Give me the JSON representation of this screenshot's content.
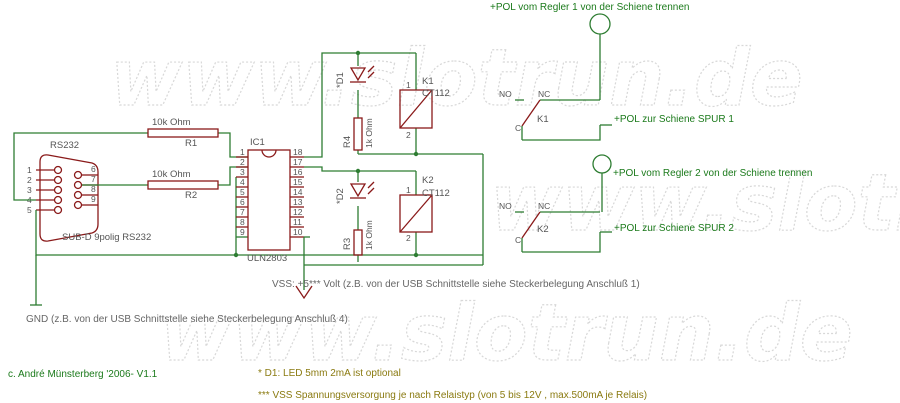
{
  "watermark": "www.slotrun.de",
  "connector": {
    "name": "RS232",
    "label": "SUB-D 9polig RS232",
    "pins_left": [
      "1",
      "2",
      "3",
      "4",
      "5"
    ],
    "pins_right": [
      "6",
      "7",
      "8",
      "9"
    ]
  },
  "resistors": {
    "r1_value": "10k Ohm",
    "r1_name": "R1",
    "r2_value": "10k Ohm",
    "r2_name": "R2",
    "r3_name": "R3",
    "r3_value": "1k Ohm",
    "r4_name": "R4",
    "r4_value": "1k Ohm"
  },
  "ic": {
    "name": "IC1",
    "part": "ULN2803",
    "pins_left": [
      "1",
      "2",
      "3",
      "4",
      "5",
      "6",
      "7",
      "8",
      "9"
    ],
    "pins_right": [
      "18",
      "17",
      "16",
      "15",
      "14",
      "13",
      "12",
      "11",
      "10"
    ]
  },
  "leds": {
    "d1": "*D1",
    "d2": "*D2"
  },
  "relays": {
    "k1_name": "K1",
    "k1_type": "CT112",
    "k2_name": "K2",
    "k2_type": "CT112",
    "pin1": "1",
    "pin2": "2"
  },
  "switches": {
    "k1": {
      "no": "NO",
      "nc": "NC",
      "c": "C",
      "name": "K1"
    },
    "k2": {
      "no": "NO",
      "nc": "NC",
      "c": "C",
      "name": "K2"
    }
  },
  "terminals": {
    "pol1_regler": "+POL vom Regler 1 von der Schiene trennen",
    "pol1_spur": "+POL zur Schiene SPUR 1",
    "pol2_regler": "+POL vom Regler 2 von der Schiene trennen",
    "pol2_spur": "+POL zur Schiene SPUR 2"
  },
  "supply": {
    "vss": "VSS: +5*** Volt (z.B. von der USB Schnittstelle siehe Steckerbelegung Anschluß 1)",
    "gnd": "GND (z.B. von der USB Schnittstelle siehe Steckerbelegung Anschluß 4)"
  },
  "footer": {
    "copyright": "c. André Münsterberg '2006- V1.1",
    "note_d1": "* D1: LED 5mm 2mA ist optional",
    "note_vss": "*** VSS Spannungsversorgung je nach Relaistyp (von 5 bis 12V , max.500mA je Relais)"
  },
  "colors": {
    "wire": "#2e7d32",
    "part": "#8a1a1a",
    "text": "#555555",
    "note": "#1b7a1b"
  }
}
